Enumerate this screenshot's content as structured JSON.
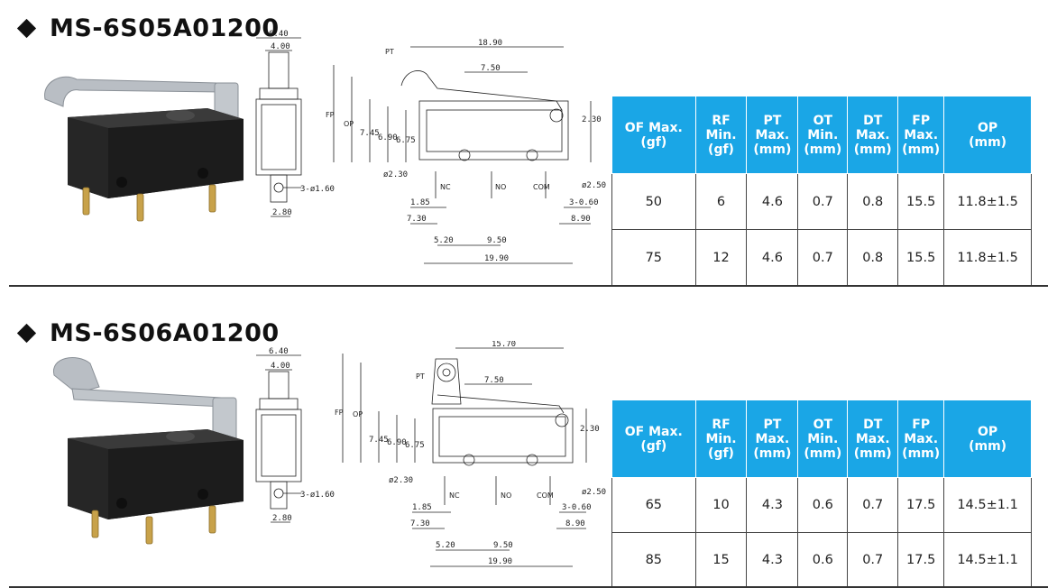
{
  "sections": [
    {
      "model": "MS-6S05A01200",
      "front_dims": {
        "w": "6.40",
        "inner": "4.00",
        "hole": "3-ø1.60",
        "pin": "2.80"
      },
      "side_dims": {
        "length": "18.90",
        "pitch": "7.50",
        "pt": "PT",
        "fp": "FP",
        "op": "OP",
        "h1": "7.45",
        "h2": "6.90",
        "h3": "6.75",
        "h4": "2.30",
        "hole_l": "ø2.30",
        "hole_r": "ø2.50",
        "pin_nc": "NC",
        "pin_no": "NO",
        "pin_com": "COM",
        "d185": "1.85",
        "d730": "7.30",
        "d520": "5.20",
        "d950": "9.50",
        "d1990": "19.90",
        "d060": "3-0.60",
        "d890": "8.90"
      },
      "table": {
        "headers": [
          [
            "OF Max.",
            "(gf)"
          ],
          [
            "RF",
            "Min.",
            "(gf)"
          ],
          [
            "PT",
            "Max.",
            "(mm)"
          ],
          [
            "OT",
            "Min.",
            "(mm)"
          ],
          [
            "DT",
            "Max.",
            "(mm)"
          ],
          [
            "FP",
            "Max.",
            "(mm)"
          ],
          [
            "OP",
            "(mm)"
          ]
        ],
        "rows": [
          [
            "50",
            "6",
            "4.6",
            "0.7",
            "0.8",
            "15.5",
            "11.8±1.5"
          ],
          [
            "75",
            "12",
            "4.6",
            "0.7",
            "0.8",
            "15.5",
            "11.8±1.5"
          ]
        ]
      }
    },
    {
      "model": "MS-6S06A01200",
      "front_dims": {
        "w": "6.40",
        "inner": "4.00",
        "hole": "3-ø1.60",
        "pin": "2.80"
      },
      "side_dims": {
        "length": "15.70",
        "pitch": "7.50",
        "pt": "PT",
        "fp": "FP",
        "op": "OP",
        "h1": "7.45",
        "h2": "6.90",
        "h3": "6.75",
        "h4": "2.30",
        "hole_l": "ø2.30",
        "hole_r": "ø2.50",
        "pin_nc": "NC",
        "pin_no": "NO",
        "pin_com": "COM",
        "d185": "1.85",
        "d730": "7.30",
        "d520": "5.20",
        "d950": "9.50",
        "d1990": "19.90",
        "d060": "3-0.60",
        "d890": "8.90"
      },
      "table": {
        "headers": [
          [
            "OF Max.",
            "(gf)"
          ],
          [
            "RF",
            "Min.",
            "(gf)"
          ],
          [
            "PT",
            "Max.",
            "(mm)"
          ],
          [
            "OT",
            "Min.",
            "(mm)"
          ],
          [
            "DT",
            "Max.",
            "(mm)"
          ],
          [
            "FP",
            "Max.",
            "(mm)"
          ],
          [
            "OP",
            "(mm)"
          ]
        ],
        "rows": [
          [
            "65",
            "10",
            "4.3",
            "0.6",
            "0.7",
            "17.5",
            "14.5±1.1"
          ],
          [
            "85",
            "15",
            "4.3",
            "0.6",
            "0.7",
            "17.5",
            "14.5±1.1"
          ]
        ]
      }
    }
  ],
  "colors": {
    "header_bg": "#1aa6e6",
    "switch_body": "#1e1e1e",
    "lever": "#b9bec4"
  }
}
